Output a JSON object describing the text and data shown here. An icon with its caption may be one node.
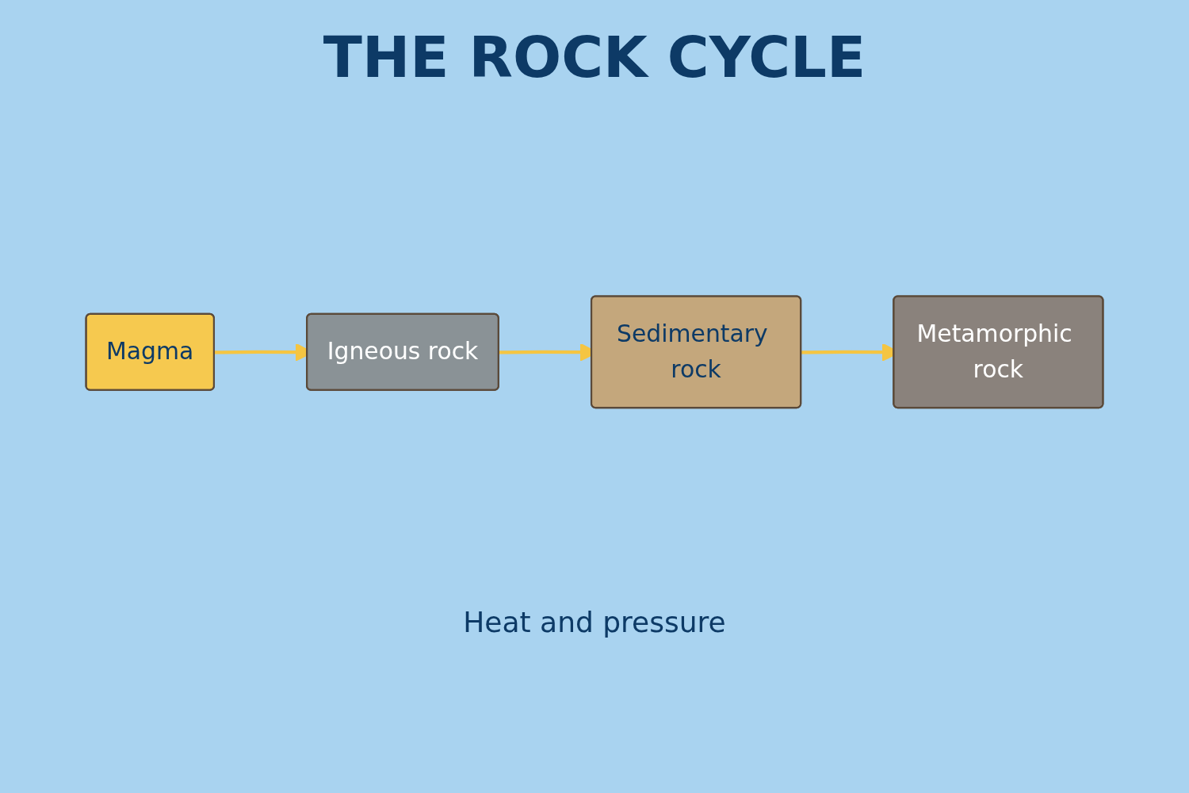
{
  "diagram": {
    "title": "THE ROCK CYCLE",
    "nodes": [
      {
        "text": [
          "Igneous rock"
        ]
      },
      {
        "text": [
          "Sedimentary rock"
        ]
      },
      {
        "text": [
          "Metamorphic rock"
        ]
      },
      {
        "text": [
          "Magma"
        ]
      }
    ],
    "edges": [
      {
        "from": 3,
        "to": 0,
        "arrow": "to"
      },
      {
        "from": 0,
        "to": 1,
        "arrow": "to"
      },
      {
        "from": 1,
        "to": 2,
        "arrow": "to"
      }
    ],
    "labels": [
      "Heat and pressure"
    ]
  }
}
